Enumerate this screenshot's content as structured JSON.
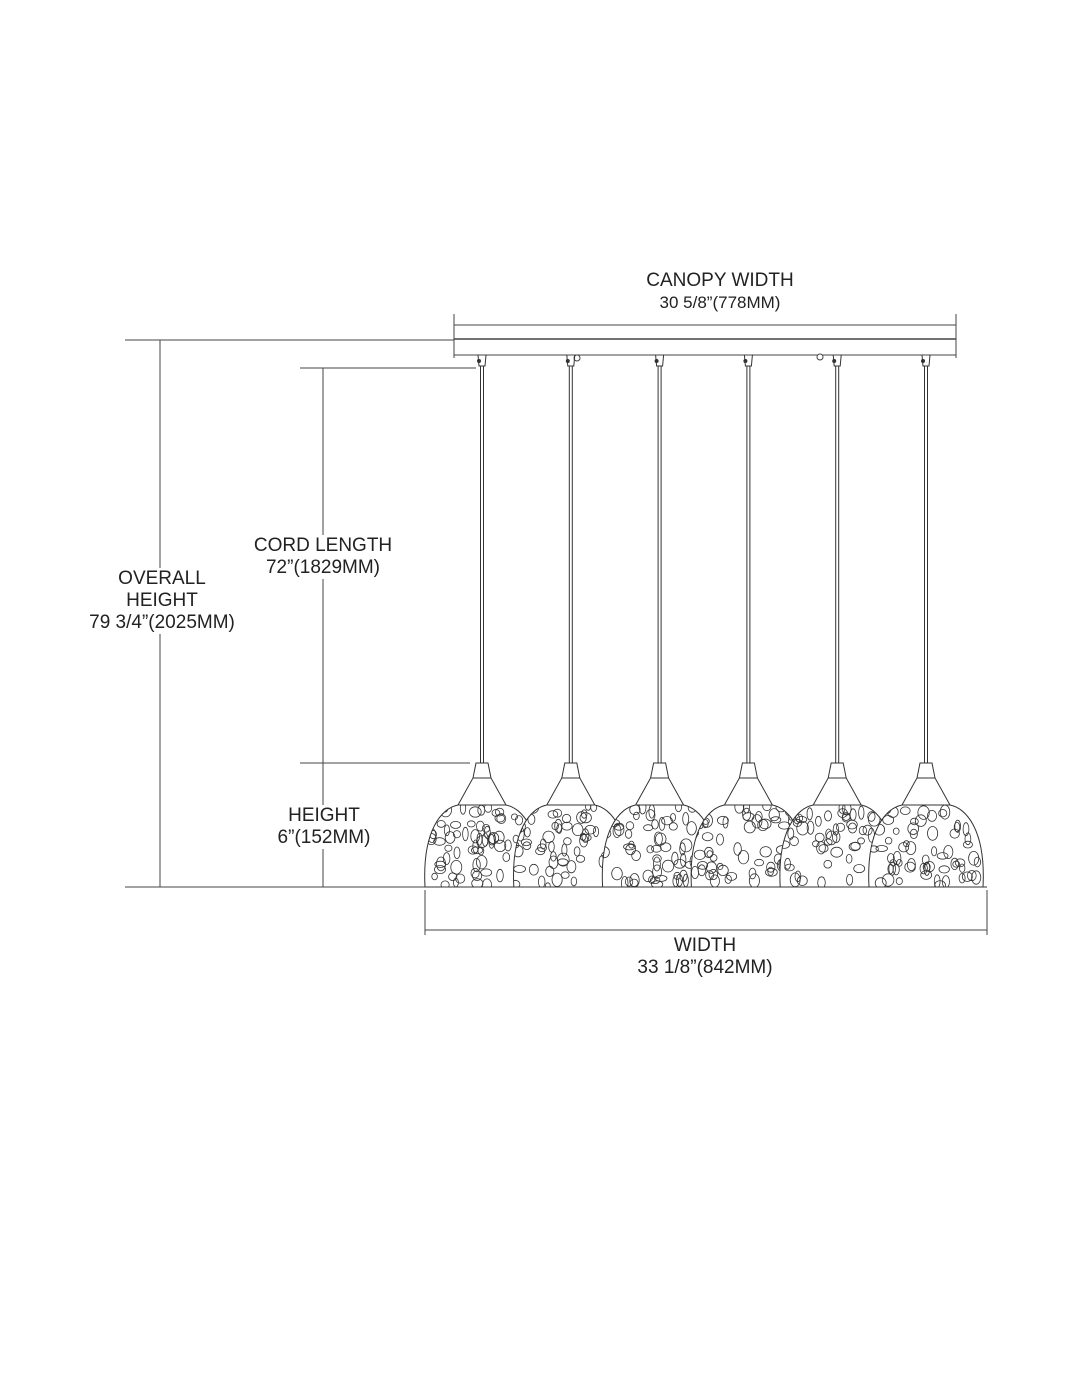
{
  "dimensions": {
    "canopy_width": {
      "label": "CANOPY WIDTH",
      "value": "30 5/8”(778MM)"
    },
    "cord_length": {
      "label": "CORD LENGTH",
      "value": "72”(1829MM)"
    },
    "overall_height": {
      "label_line1": "OVERALL",
      "label_line2": "HEIGHT",
      "value": "79 3/4”(2025MM)"
    },
    "height": {
      "label": "HEIGHT",
      "value": "6”(152MM)"
    },
    "width": {
      "label": "WIDTH",
      "value": "33 1/8”(842MM)"
    }
  },
  "pendant_count": 6,
  "line_color": "#333333"
}
